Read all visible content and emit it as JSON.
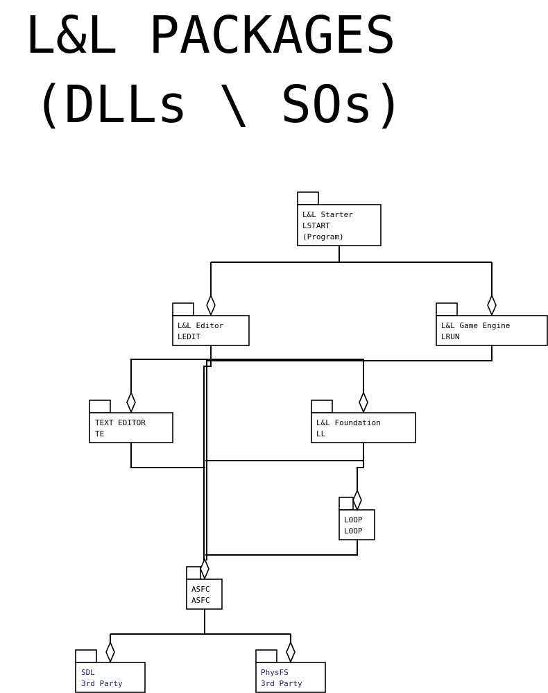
{
  "title": {
    "line1": "L&L PACKAGES",
    "line2": "(DLLs \\ SOs)"
  },
  "colors": {
    "text": "#000000",
    "third_party_text": "#1a1a6e",
    "background": "#ffffff"
  },
  "packages": {
    "starter": {
      "lines": [
        "L&L Starter",
        "LSTART",
        "(Program)"
      ]
    },
    "editor": {
      "lines": [
        "L&L Editor",
        "LEDIT"
      ]
    },
    "engine": {
      "lines": [
        "L&L Game Engine",
        "LRUN"
      ]
    },
    "texteditor": {
      "lines": [
        "TEXT EDITOR",
        "TE"
      ]
    },
    "foundation": {
      "lines": [
        "L&L Foundation",
        "LL"
      ]
    },
    "loop": {
      "lines": [
        "LOOP",
        "LOOP"
      ]
    },
    "asfc": {
      "lines": [
        "ASFC",
        "ASFC"
      ]
    },
    "sdl": {
      "lines": [
        "SDL",
        "3rd Party"
      ]
    },
    "physfs": {
      "lines": [
        "PhysFS",
        "3rd Party"
      ]
    }
  }
}
